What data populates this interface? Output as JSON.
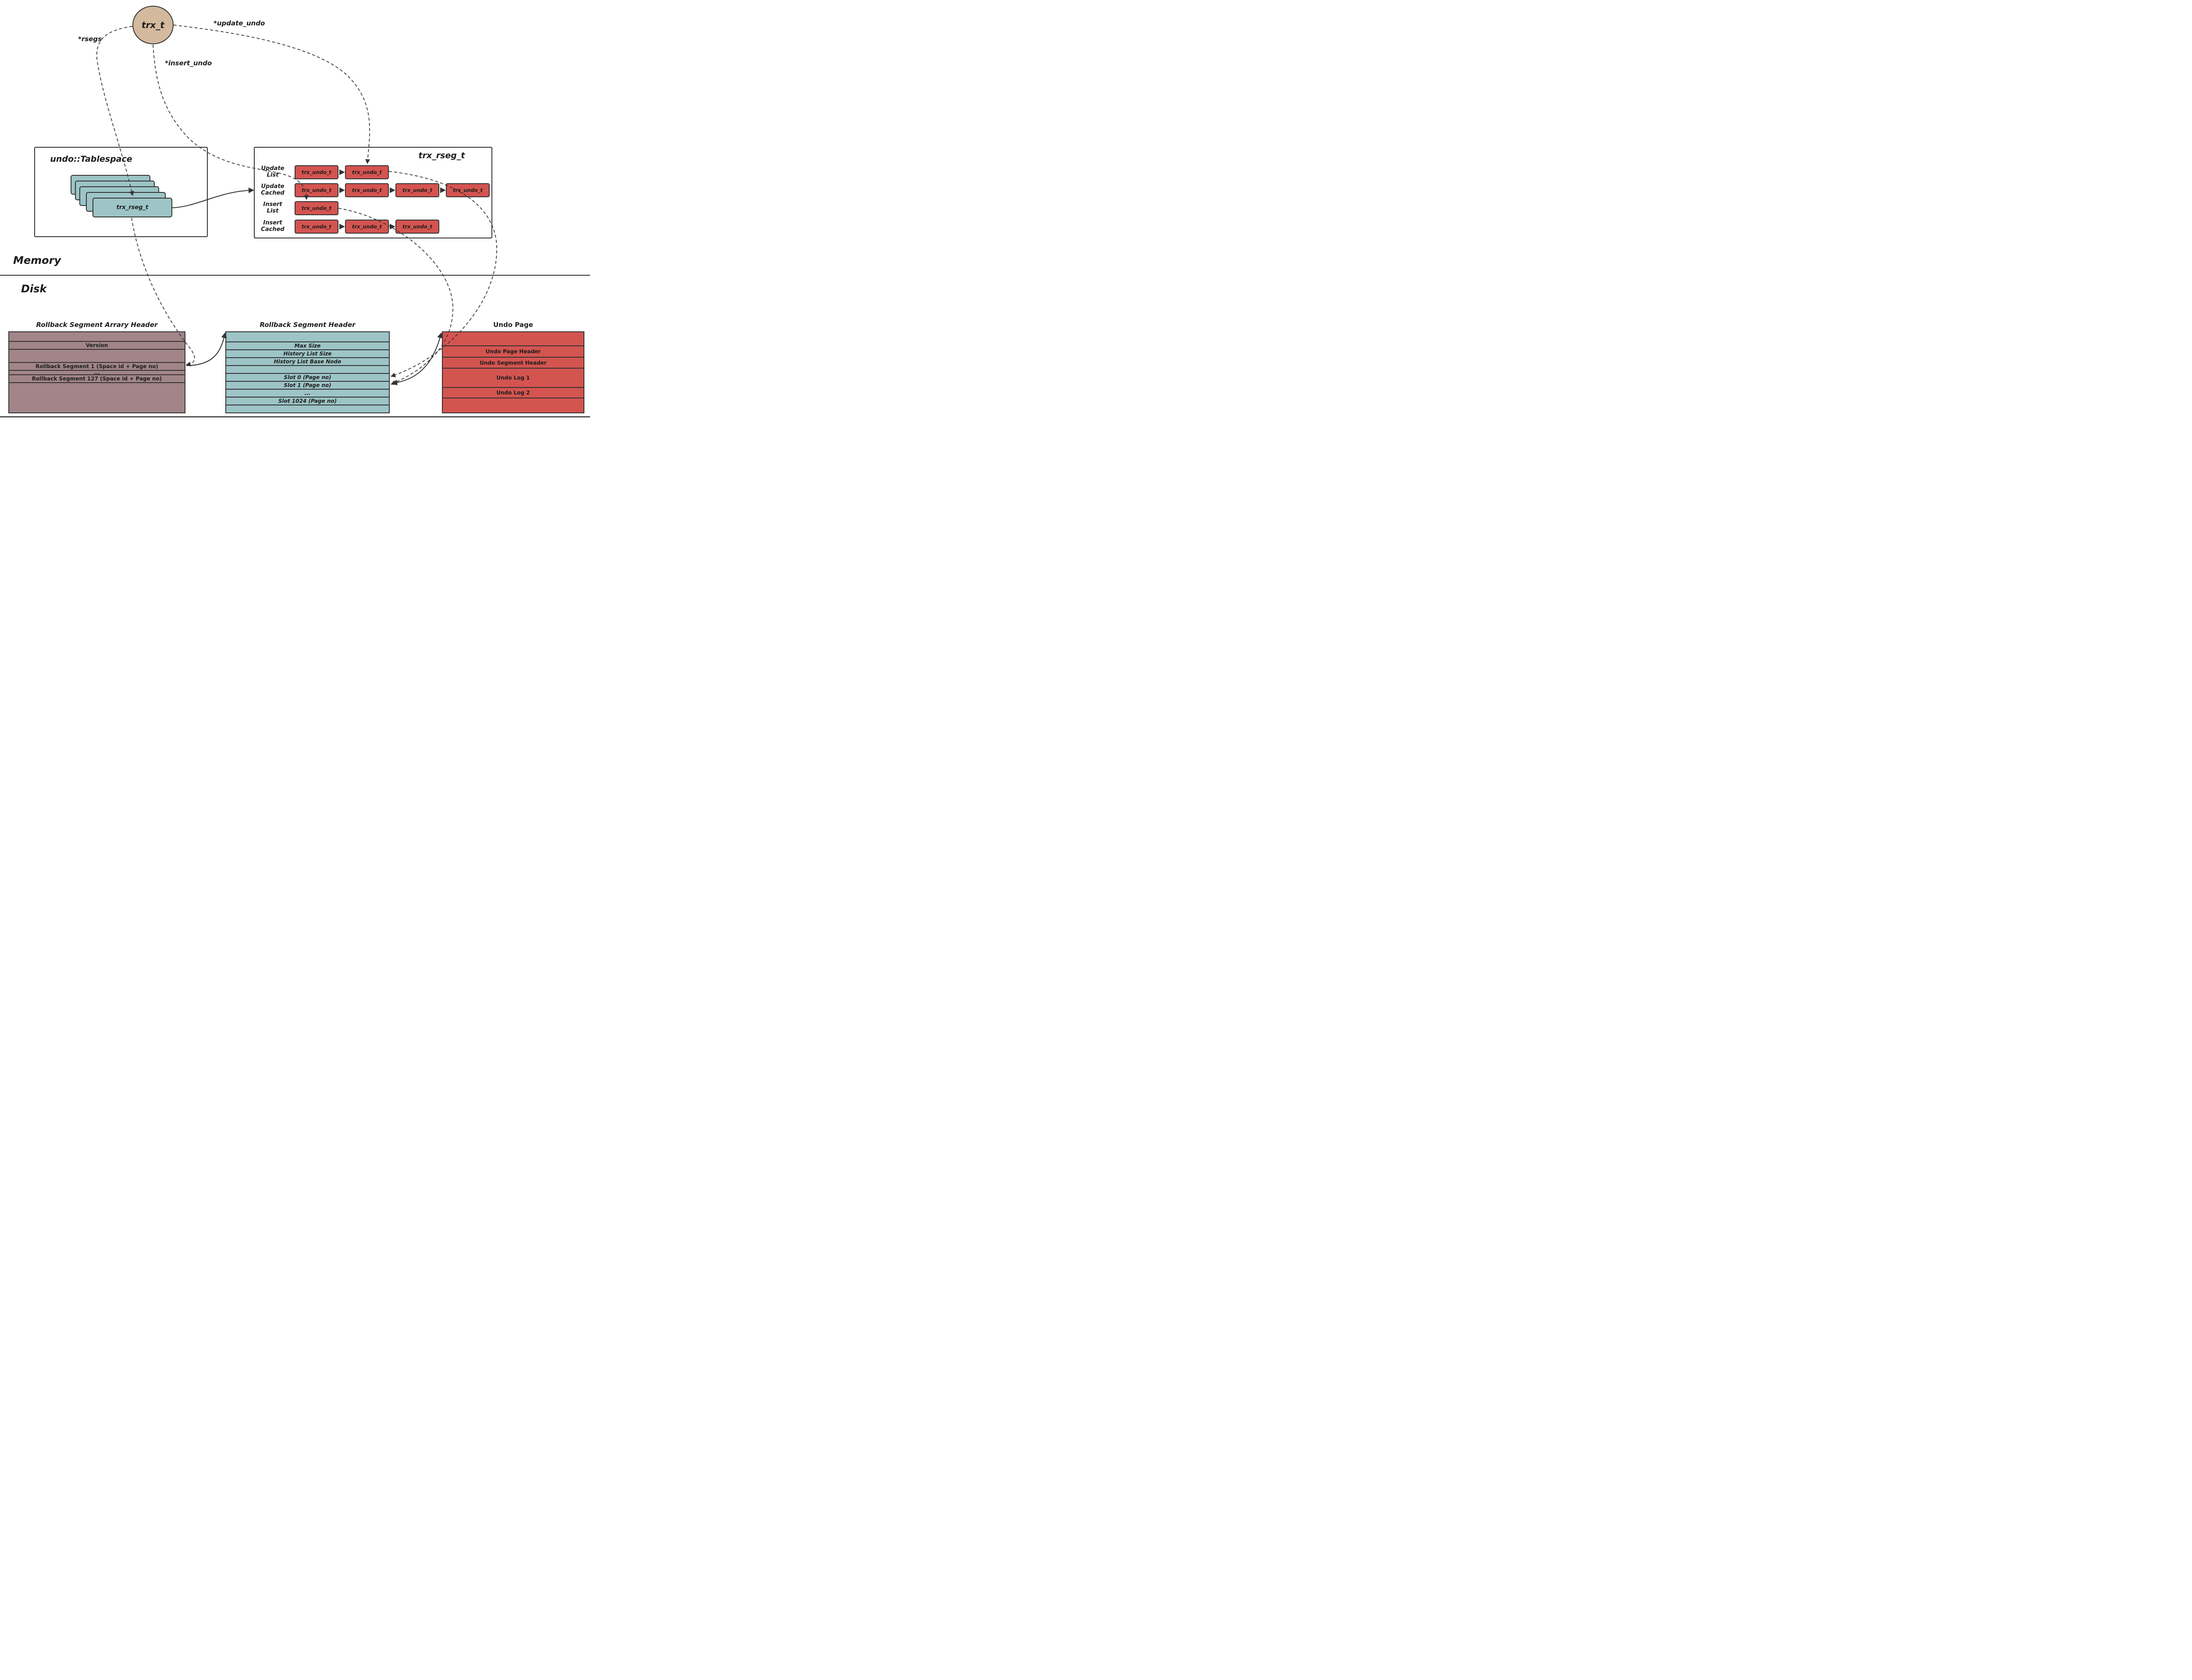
{
  "colors": {
    "node_tan": "#d3b99d",
    "teal": "#9dc4c6",
    "red": "#d45450",
    "mauve": "#a28589",
    "line": "#333333"
  },
  "trx": {
    "label": "trx_t",
    "rsegs_pointer": "*rsegs",
    "update_undo_pointer": "*update_undo",
    "insert_undo_pointer": "*insert_undo"
  },
  "sections": {
    "memory": "Memory",
    "disk": "Disk"
  },
  "tablespace": {
    "title": "undo::Tablespace",
    "front_label": "trx_rseg_t"
  },
  "rseg_struct": {
    "title": "trx_rseg_t",
    "node_label": "trx_undo_t",
    "rows": [
      {
        "label_line1": "Update",
        "label_line2": "List"
      },
      {
        "label_line1": "Update",
        "label_line2": "Cached"
      },
      {
        "label_line1": "Insert",
        "label_line2": "List"
      },
      {
        "label_line1": "Insert",
        "label_line2": "Cached"
      }
    ]
  },
  "array_header": {
    "title": "Rollback Segment Arrary Header",
    "rows": [
      "",
      "Version",
      "",
      "Rollback Segment 1 (Space id + Page no)",
      "...",
      "Rollback Segment 127 (Space id + Page no)",
      ""
    ]
  },
  "segment_header": {
    "title": "Rollback Segment Header",
    "rows": [
      "",
      "Max Size",
      "History List Size",
      "History List Base Node",
      "",
      "Slot 0 (Page no)",
      "Slot 1 (Page no)",
      "...",
      "Slot 1024 (Page no)",
      ""
    ]
  },
  "undo_page": {
    "title": "Undo Page",
    "rows": [
      "",
      "Undo Page Header",
      "Undo Segment Header",
      "Undo Log 1",
      "Undo Log 2",
      ""
    ]
  }
}
